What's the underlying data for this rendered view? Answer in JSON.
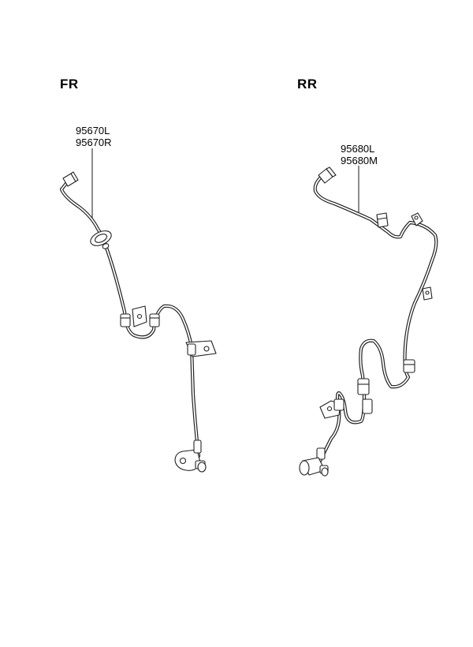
{
  "front": {
    "heading": "FR",
    "part_numbers": [
      "95670L",
      "95670R"
    ]
  },
  "rear": {
    "heading": "RR",
    "part_numbers": [
      "95680L",
      "95680M"
    ]
  }
}
